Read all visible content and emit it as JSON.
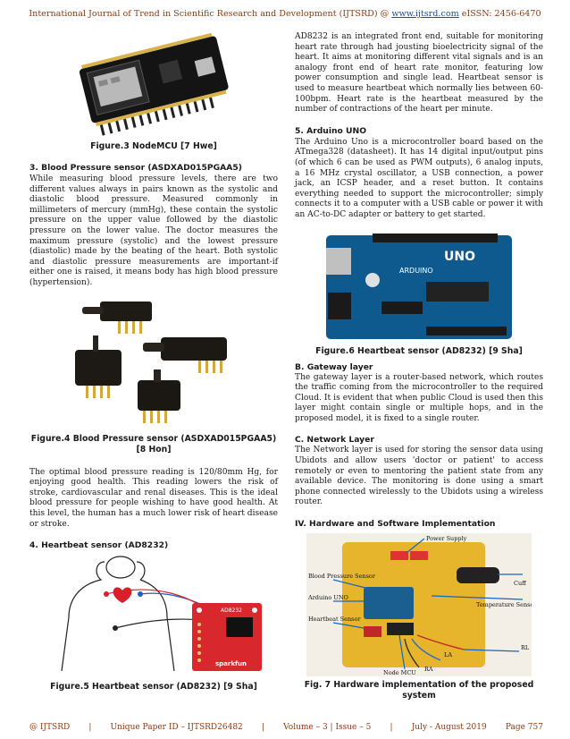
{
  "header": {
    "prefix": "International Journal of Trend in Scientific Research and Development (IJTSRD) @",
    "link": "www.ijtsrd.com",
    "suffix": " eISSN: 2456-6470"
  },
  "left": {
    "fig3_caption": "Figure.3 NodeMCU [7 Hwe]",
    "sec3_title": "3.   Blood Pressure sensor (ASDXAD015PGAA5)",
    "sec3_para": "While measuring blood pressure levels, there are two different values always in pairs known as the systolic and diastolic blood pressure. Measured commonly in millimeters of mercury (mmHg), these contain the systolic pressure on the upper value followed by the diastolic pressure on the lower value. The doctor measures the maximum pressure (systolic) and the lowest pressure (diastolic) made by the beating of the heart. Both systolic and diastolic pressure measurements are important-if either one is raised, it means body has high blood pressure (hypertension).",
    "fig4_caption_1": "Figure.4 Blood Pressure sensor (ASDXAD015PGAA5)",
    "fig4_caption_2": "[8 Hon]",
    "bp_para": "The optimal blood pressure reading is 120/80mm Hg, for enjoying good health. This reading lowers the risk of stroke, cardiovascular and renal diseases. This is the ideal blood pressure for people wishing to have good health. At this level, the human has a much lower risk of heart disease or stroke.",
    "sec4_title": "4.   Heartbeat sensor (AD8232)",
    "fig5_caption": "Figure.5 Heartbeat sensor (AD8232) [9 Sha]",
    "fig5_board_label": "sparkfun",
    "fig5_board_name": "AD8232"
  },
  "right": {
    "ad8232_para": "AD8232 is an integrated front end, suitable for monitoring heart rate through had jousting bioelectricity signal of the heart. It aims at monitoring different vital signals and is an analogy front end of heart rate monitor, featuring low power consumption and single lead. Heartbeat sensor is used to measure heartbeat which normally lies between 60-100bpm. Heart rate is the heartbeat measured by the number of contractions of the heart per minute.",
    "sec5_title": "5.   Arduino UNO",
    "sec5_para": "The Arduino Uno is a microcontroller board based on the ATmega328 (datasheet). It has 14 digital input/output pins (of which 6 can be used as PWM outputs), 6 analog inputs, a 16 MHz crystal oscillator, a USB connection, a power jack, an ICSP header, and a reset button. It contains everything needed to support the microcontroller; simply connects it to a computer with a USB cable or power it with an AC-to-DC adapter or battery to get started.",
    "fig6_board_uno": "UNO",
    "fig6_board_arduino": "ARDUINO",
    "fig6_caption": "Figure.6 Heartbeat sensor (AD8232) [9 Sha]",
    "secB_title": "B.   Gateway layer",
    "secB_para": "The gateway layer is a router-based network, which routes the traffic coming from the microcontroller to the required Cloud. It is evident that when public Cloud is used then this layer might contain single or multiple hops, and in the proposed model, it is fixed to a single router.",
    "secC_title": "C.   Network Layer",
    "secC_para": "The Network layer is used for storing the sensor data using Ubidots and allow users 'doctor or patient' to access remotely or even to mentoring the patient state from any available device. The monitoring is done using a smart phone connected wirelessly to the Ubidots using a wireless router.",
    "secIV_title": "IV.        Hardware and Software Implementation",
    "fig7_labels": {
      "power": "Power Supply",
      "cuff": "Cuff",
      "bp": "Blood Pressure Sensor",
      "temp": "Temperature Sensor",
      "uno": "Arduino UNO",
      "hb": "Heartbeat Sensor",
      "rl": "RL",
      "la": "LA",
      "ra": "RA",
      "node": "Node MCU"
    },
    "fig7_caption": "Fig. 7 Hardware implementation of the proposed system"
  },
  "footer": {
    "left": "@ IJTSRD",
    "id": "Unique Paper ID – IJTSRD26482",
    "vol": "Volume – 3 | Issue – 5",
    "date": "July - August 2019",
    "page": "Page 757"
  }
}
